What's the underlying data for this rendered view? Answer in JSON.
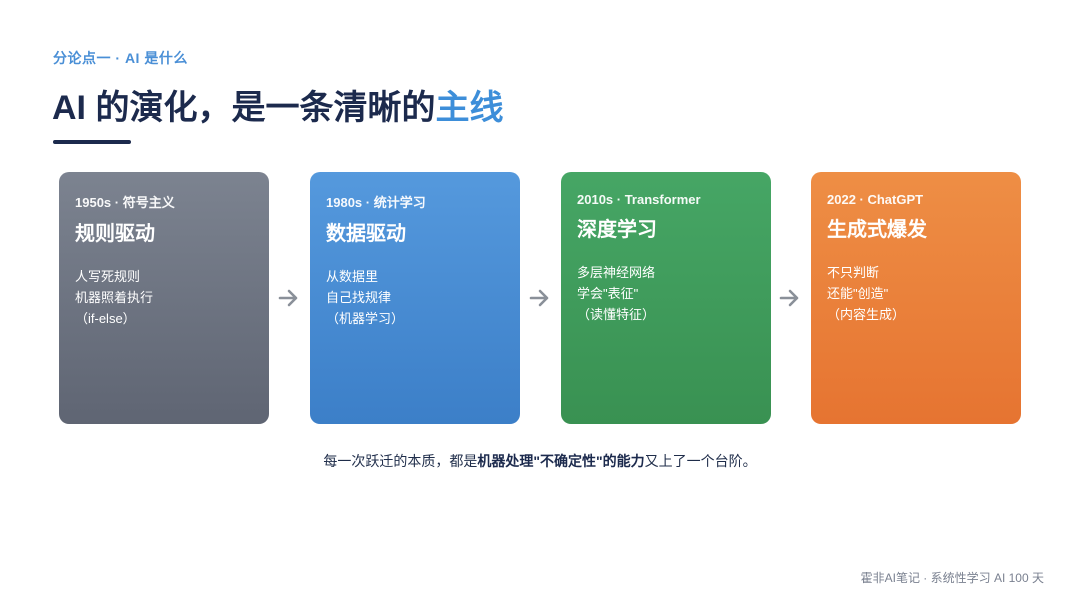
{
  "header": {
    "eyebrow": "分论点一 · AI 是什么",
    "title_main": "AI 的演化，是一条清晰的",
    "title_accent": "主线"
  },
  "cards": [
    {
      "era": "1950s · 符号主义",
      "heading": "规则驱动",
      "lines": [
        "人写死规则",
        "机器照着执行",
        "（if-else）"
      ],
      "color": "#6e7481"
    },
    {
      "era": "1980s · 统计学习",
      "heading": "数据驱动",
      "lines": [
        "从数据里",
        "自己找规律",
        "（机器学习）"
      ],
      "color": "#4a8fd6"
    },
    {
      "era": "2010s · Transformer",
      "heading": "深度学习",
      "lines": [
        "多层神经网络",
        "学会\"表征\"",
        "（读懂特征）"
      ],
      "color": "#409c5c"
    },
    {
      "era": "2022 · ChatGPT",
      "heading": "生成式爆发",
      "lines": [
        "不只判断",
        "还能\"创造\"",
        "（内容生成）"
      ],
      "color": "#ea8139"
    }
  ],
  "arrows": [
    "arrow-right-icon",
    "arrow-right-icon",
    "arrow-right-icon"
  ],
  "summary": {
    "prefix": "每一次跃迁的本质，都是",
    "emphasis": "机器处理\"不确定性\"的能力",
    "suffix": "又上了一个台阶。"
  },
  "footer": {
    "text": "霍非AI笔记 · 系统性学习 AI 100 天"
  }
}
